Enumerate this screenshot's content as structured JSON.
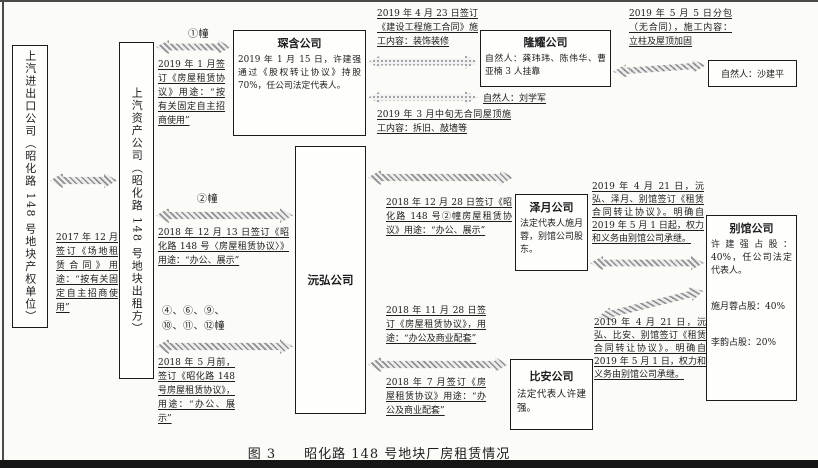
{
  "figure": {
    "caption": "图 3　　昭化路 148 号地块厂房租赁情况"
  },
  "boxes": {
    "saic_ie": "上汽进出口公司（昭化路 148 号地块产权单位）",
    "saic_asset": "上汽资产公司（昭化路 148 号地块出租方）",
    "chenhan_title": "琛含公司",
    "chenhan_body": "2019 年 1 月 15 日，许建强通过《股权转让协议》持股 70%，任公司法定代表人。",
    "yuanhong_title": "沅弘公司",
    "longyao_title": "隆耀公司",
    "longyao_body": "自然人：龚玮玮、陈伟华、曹亚楠 3 人挂靠",
    "sha_label": "自然人：沙建平",
    "zeyue_title": "泽月公司",
    "zeyue_body": "法定代表人施月蓉，别馆公司股东。",
    "bieguan_title": "别馆公司",
    "bieguan_line1": "许建强占股：40%，任公司法定代表人。",
    "bieguan_line2": "施月蓉占股：40%",
    "bieguan_line3": "李韵占股：20%",
    "bian_title": "比安公司",
    "bian_body": "法定代表人许建强。"
  },
  "building_labels": {
    "b1": "①幢",
    "b2": "②幢",
    "b_multi": "④、⑥、⑨、⑩、⑪、⑫幢"
  },
  "annotations": {
    "lease_2017": "2017 年 12 月签订《场地租赁合同》用途：“按有关固定自主招商使用”",
    "lease_2019_1": "2019 年 1 月签订《房屋租赁协议》用途：“按有关固定自主招商使用”",
    "lease_2018_12_13": "2018 年 12 月 13 日签订《昭化路 148 号〈房屋租赁协议〉》用途：“办公、展示”",
    "lease_2018_5": "2018 年 5 月前，签订《昭化路 148 号房屋租赁协议》，用途：“办公、展示”",
    "construction_2019_4_23": "2019 年 4 月 23 日签订《建设工程施工合同》施工内容：装饰装修",
    "liu_xuejun": "自然人：刘学军",
    "roof_2019_3": "2019 年 3 月中旬无合同屋顶施工内容：拆旧、敲墙等",
    "subcontract_2019_5_5": "2019 年 5 月 5 日分包（无合同），施工内容：立柱及屋顶加固",
    "lease_2018_12_28": "2018 年 12 月 28 日签订《昭化路 148 号②幢房屋租赁协议》用途：“办公、展示”",
    "transfer_zeyue": "2019 年 4 月 21 日，沅弘、泽月、别馆签订《租赁合同转让协议》。明确自 2019 年 5 月 1 日起，权力和义务由别馆公司承继。",
    "lease_2018_11_28": "2018 年 11 月 28 日签订《房屋租赁协议》，用途：“办公及商业配套”",
    "lease_2018_7": "2018 年 7 月签订《房屋租赁协议》用途：“办公及商业配套”",
    "transfer_bian": "2019 年 4 月 21 日，沅弘、比安、别馆签订《租赁合同转让协议》。明确自 2019 年 5 月 1 日，权力和义务由别馆公司承继。"
  }
}
